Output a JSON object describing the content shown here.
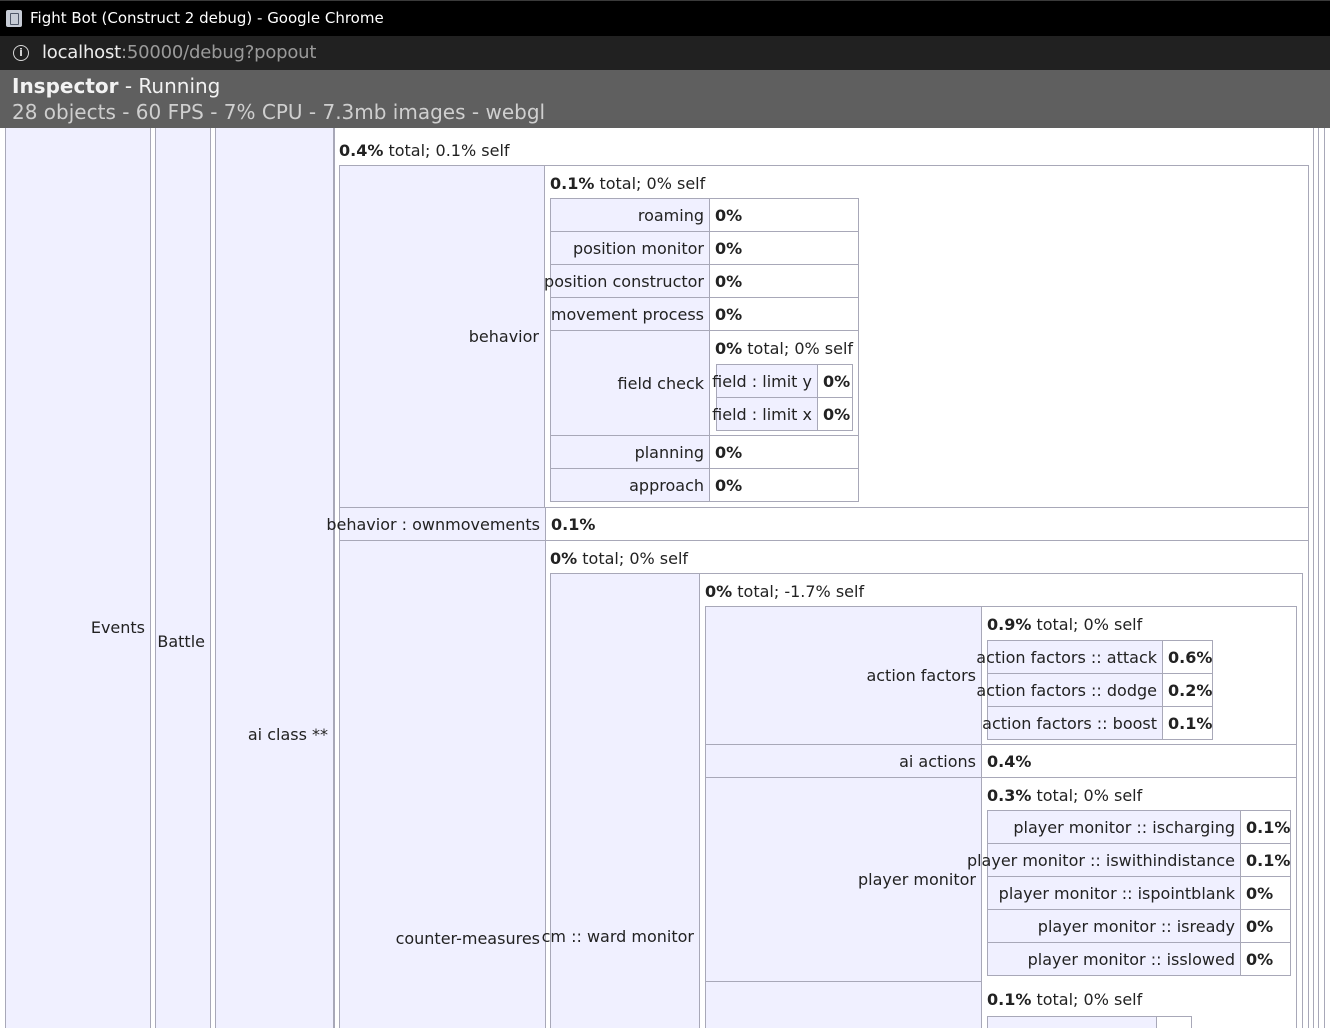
{
  "window": {
    "title": "Fight Bot (Construct 2 debug) - Google Chrome"
  },
  "address": {
    "host": "localhost",
    "path": ":50000/debug?popout"
  },
  "inspector": {
    "name": "Inspector",
    "state": " - Running",
    "stats": "28 objects - 60 FPS - 7% CPU - 7.3mb images - webgl"
  },
  "tree": {
    "events": "Events",
    "battle": "Battle",
    "ai_class": {
      "label": "ai class **",
      "pct": "0.4%",
      "rest": " total; 0.1% self"
    },
    "behavior": {
      "label": "behavior",
      "pct": "0.1%",
      "rest": " total; 0% self",
      "rows": [
        {
          "label": "roaming",
          "value": "0%"
        },
        {
          "label": "position monitor",
          "value": "0%"
        },
        {
          "label": "position constructor",
          "value": "0%"
        },
        {
          "label": "movement process",
          "value": "0%"
        },
        {
          "label": "planning",
          "value": "0%"
        },
        {
          "label": "approach",
          "value": "0%"
        }
      ],
      "field_check": {
        "label": "field check",
        "pct": "0%",
        "rest": " total; 0% self",
        "rows": [
          {
            "label": "field : limit y",
            "value": "0%"
          },
          {
            "label": "field : limit x",
            "value": "0%"
          }
        ]
      }
    },
    "ownmovements": {
      "label": "behavior : ownmovements",
      "value": "0.1%"
    },
    "counter_measures": {
      "label": "counter-measures",
      "pct": "0%",
      "rest": " total; 0% self",
      "ward_monitor": {
        "label": "cm :: ward monitor",
        "pct": "0%",
        "rest": " total; -1.7% self",
        "action_factors": {
          "label": "action factors",
          "pct": "0.9%",
          "rest": " total; 0% self",
          "rows": [
            {
              "label": "action factors :: attack",
              "value": "0.6%"
            },
            {
              "label": "action factors :: dodge",
              "value": "0.2%"
            },
            {
              "label": "action factors :: boost",
              "value": "0.1%"
            }
          ]
        },
        "ai_actions": {
          "label": "ai actions",
          "value": "0.4%"
        },
        "player_monitor": {
          "label": "player monitor",
          "pct": "0.3%",
          "rest": " total; 0% self",
          "rows": [
            {
              "label": "player monitor :: ischarging",
              "value": "0.1%"
            },
            {
              "label": "player monitor :: iswithindistance",
              "value": "0.1%"
            },
            {
              "label": "player monitor :: ispointblank",
              "value": "0%"
            },
            {
              "label": "player monitor :: isready",
              "value": "0%"
            },
            {
              "label": "player monitor :: isslowed",
              "value": "0%"
            }
          ]
        },
        "next_group": {
          "pct": "0.1%",
          "rest": " total; 0% self"
        }
      }
    }
  }
}
